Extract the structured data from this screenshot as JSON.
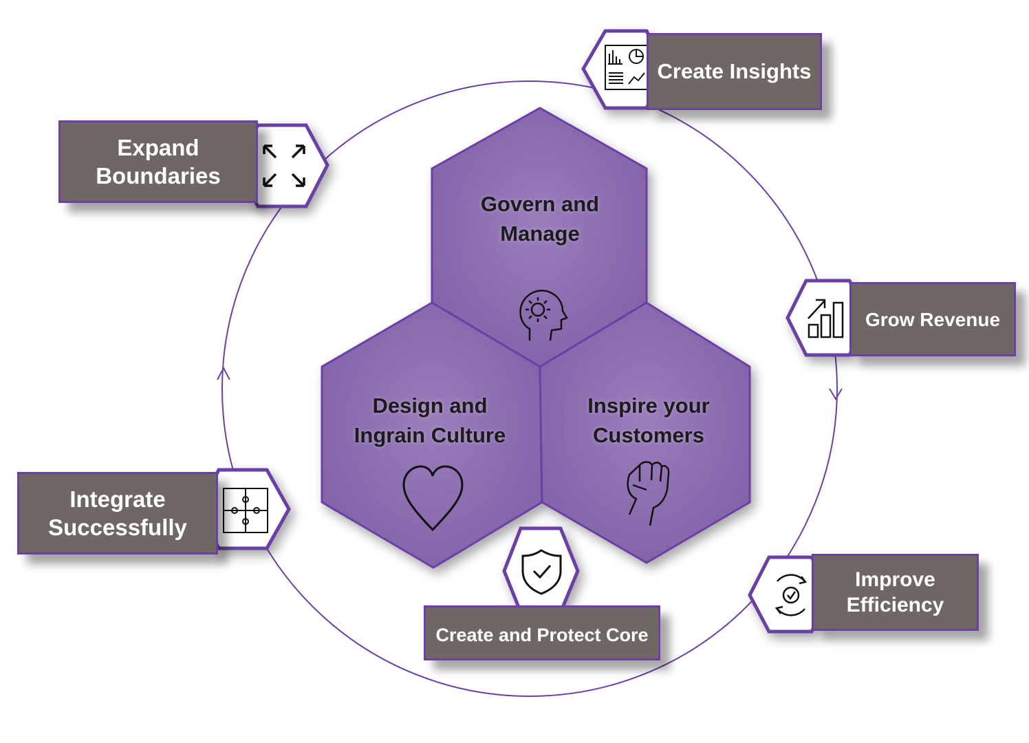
{
  "center": {
    "top": {
      "line1": "Govern and",
      "line2": "Manage",
      "icon": "head-gear-icon"
    },
    "left": {
      "line1": "Design and",
      "line2": "Ingrain Culture",
      "icon": "heart-icon"
    },
    "right": {
      "line1": "Inspire your",
      "line2": "Customers",
      "icon": "raised-fist-icon"
    }
  },
  "outer": {
    "create_insights": {
      "line1": "Create Insights",
      "icon": "report-dashboard-icon"
    },
    "grow_revenue": {
      "line1": "Grow Revenue",
      "icon": "bar-chart-growth-icon"
    },
    "improve_efficiency": {
      "line1": "Improve",
      "line2": "Efficiency",
      "icon": "gear-refresh-icon"
    },
    "create_protect_core": {
      "line1": "Create and Protect Core",
      "icon": "shield-check-icon"
    },
    "integrate_successfully": {
      "line1": "Integrate",
      "line2": "Successfully",
      "icon": "puzzle-icon"
    },
    "expand_boundaries": {
      "line1": "Expand",
      "line2": "Boundaries",
      "icon": "expand-arrows-icon"
    }
  },
  "colors": {
    "hex_fill": "#8e70b0",
    "hex_edge": "#6b3fa6",
    "label_bg": "#6e6764",
    "label_text": "#ffffff",
    "ring": "#6b3fa6"
  }
}
